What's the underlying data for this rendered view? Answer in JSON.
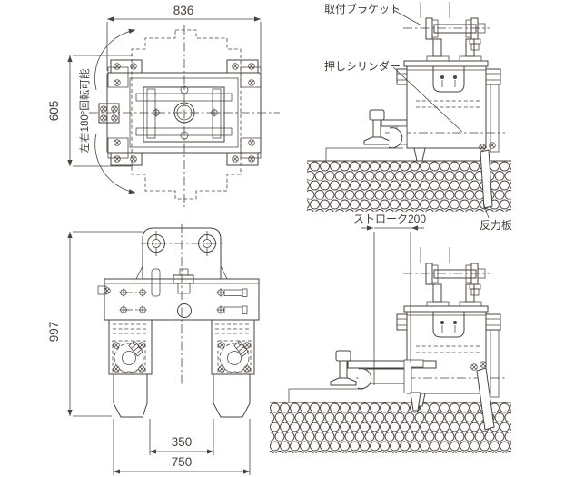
{
  "drawing": {
    "title_context": "rail pusher machine 4-view technical drawing",
    "plan_view": {
      "width_dim": "836",
      "height_dim": "605",
      "rotation_label": "左右180°回転可能"
    },
    "side_view_retracted": {
      "bracket_label": "取付ブラケット",
      "cylinder_label": "押しシリンダー"
    },
    "front_view": {
      "height_dim": "997",
      "inner_width_dim": "350",
      "outer_width_dim": "750"
    },
    "side_view_extended": {
      "stroke_dim": "ストローク200",
      "reaction_plate_label": "反力板"
    },
    "colors": {
      "line": "#4a423d",
      "text": "#443d39",
      "background": "#ffffff"
    }
  }
}
